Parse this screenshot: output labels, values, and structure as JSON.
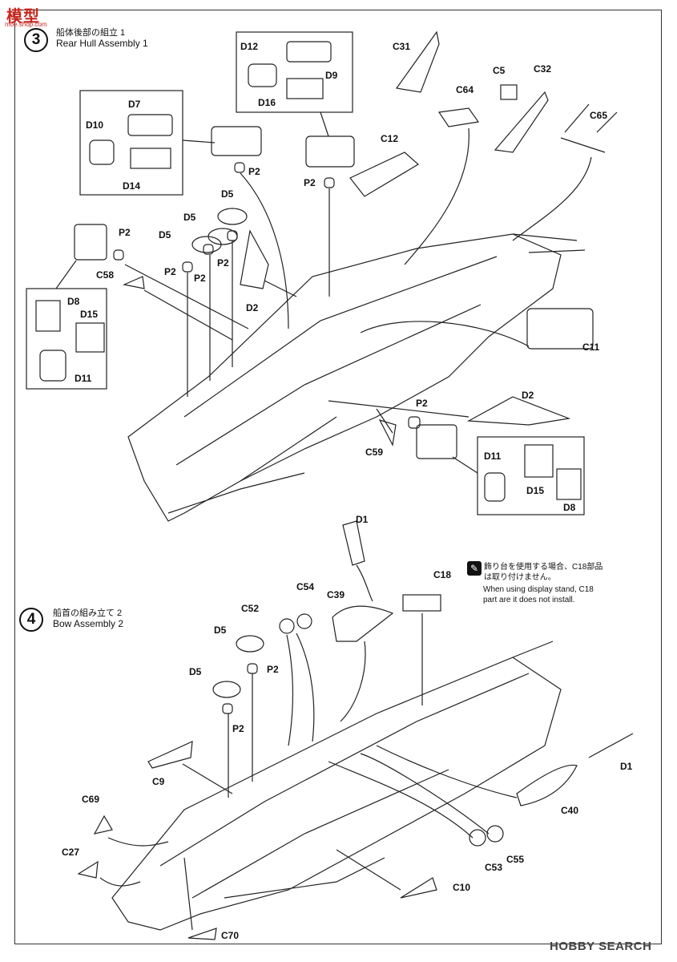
{
  "watermark": {
    "main": "模型",
    "sub": "moe.shop.com"
  },
  "steps": [
    {
      "number": "3",
      "title_jp": "船体後部の組立 1",
      "title_en": "Rear Hull Assembly 1"
    },
    {
      "number": "4",
      "title_jp": "船首の組み立て 2",
      "title_en": "Bow Assembly 2"
    }
  ],
  "note": {
    "jp_line1": "飾り台を使用する場合、C18部品",
    "jp_line2": "は取り付けません。",
    "en_line1": "When using display stand, C18",
    "en_line2": "part are it does not install."
  },
  "labels": {
    "D12": "D12",
    "D9": "D9",
    "D16": "D16",
    "D7": "D7",
    "D10": "D10",
    "D14": "D14",
    "P2": "P2",
    "C12": "C12",
    "C31": "C31",
    "C5": "C5",
    "C32": "C32",
    "C64": "C64",
    "C65": "C65",
    "D5": "D5",
    "D8": "D8",
    "D15": "D15",
    "D11": "D11",
    "C58": "C58",
    "D2": "D2",
    "C11": "C11",
    "C59": "C59",
    "D1": "D1",
    "C18": "C18",
    "C54": "C54",
    "C52": "C52",
    "C39": "C39",
    "C9": "C9",
    "C69": "C69",
    "C27": "C27",
    "C70": "C70",
    "C40": "C40",
    "C55": "C55",
    "C53": "C53",
    "C10": "C10"
  },
  "footer": {
    "brand": "HOBBY SEARCH"
  }
}
